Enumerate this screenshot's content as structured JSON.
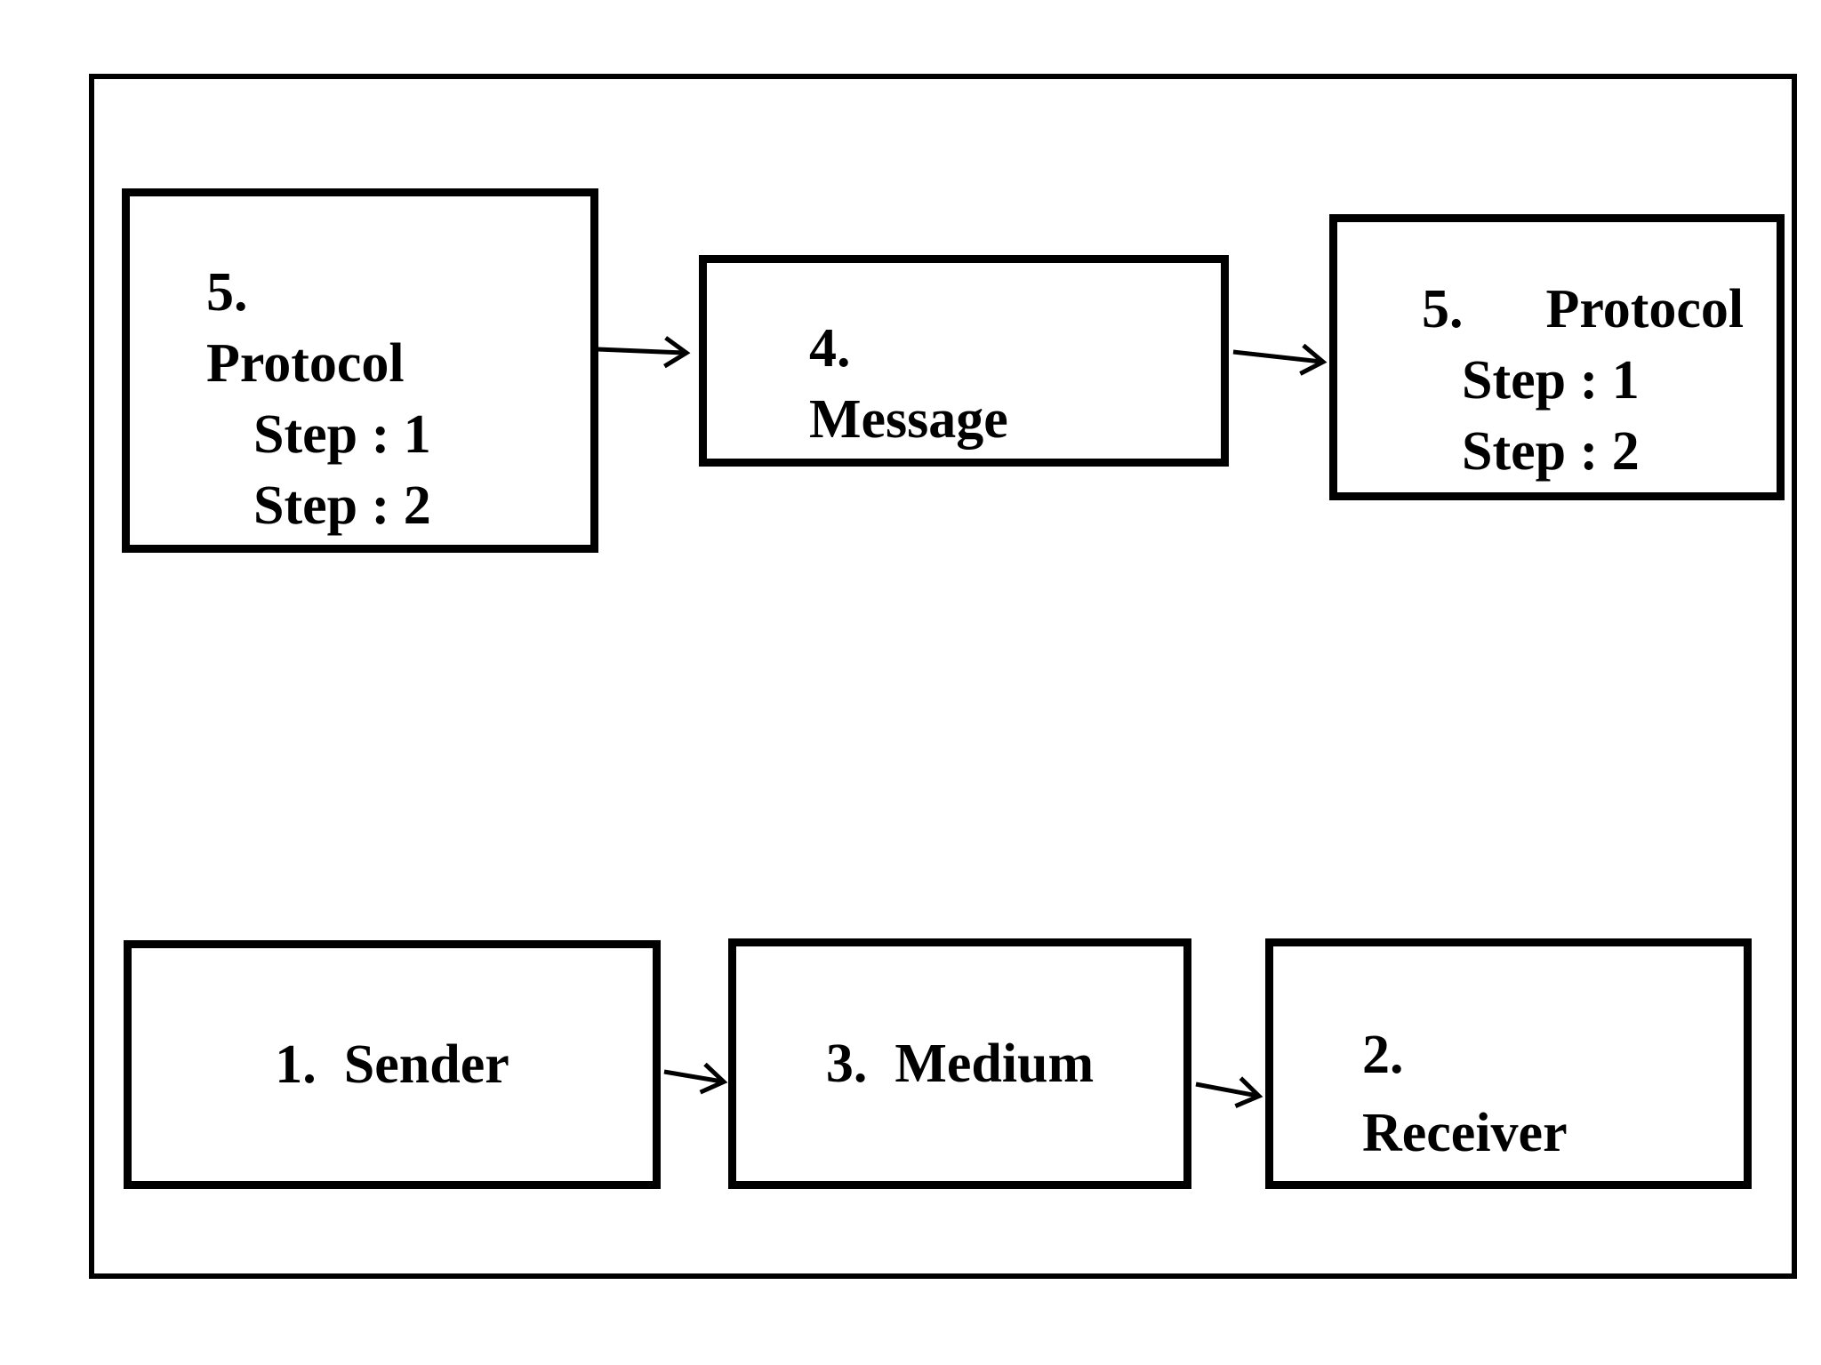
{
  "canvas": {
    "background": "#ffffff",
    "line_color": "#000000"
  },
  "diagram": {
    "protocol_sender": {
      "lines": [
        "5.",
        "Protocol",
        "Step : 1",
        "Step : 2"
      ]
    },
    "message": {
      "lines": [
        "4.",
        "Message"
      ]
    },
    "protocol_receiver": {
      "lines": [
        "5.      Protocol",
        "Step : 1",
        "Step : 2"
      ]
    },
    "sender": {
      "label": "1.  Sender"
    },
    "medium": {
      "label": "3.  Medium"
    },
    "receiver": {
      "lines": [
        "2.",
        "Receiver"
      ]
    }
  }
}
